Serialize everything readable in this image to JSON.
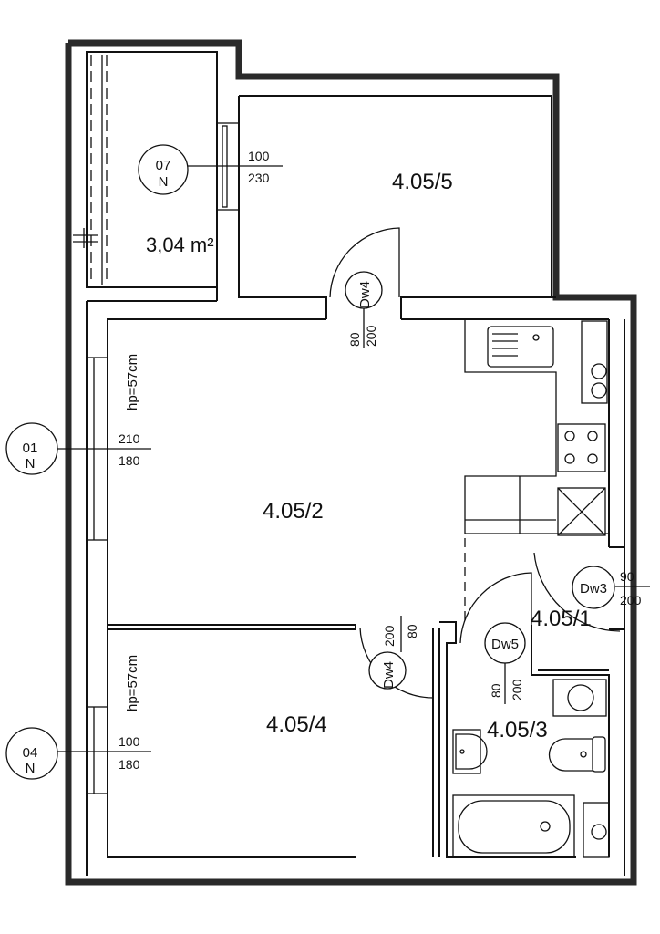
{
  "rooms": {
    "balcony_area": "3,04 m²",
    "room_5": "4.05/5",
    "room_2": "4.05/2",
    "room_4": "4.05/4",
    "room_1": "4.05/1",
    "room_3": "4.05/3"
  },
  "windows": [
    {
      "tag": "07",
      "dir": "N",
      "width": "100",
      "height": "230"
    },
    {
      "tag": "01",
      "dir": "N",
      "width": "210",
      "height": "180"
    },
    {
      "tag": "04",
      "dir": "N",
      "width": "100",
      "height": "180"
    }
  ],
  "doors": [
    {
      "tag": "Dw4",
      "width": "80",
      "height": "200"
    },
    {
      "tag": "Dw4",
      "width": "80",
      "height": "200"
    },
    {
      "tag": "Dw3",
      "width": "90",
      "height": "200"
    },
    {
      "tag": "Dw5",
      "width": "80",
      "height": "200"
    }
  ],
  "sill_heights": [
    "hp=57cm",
    "hp=57cm"
  ]
}
